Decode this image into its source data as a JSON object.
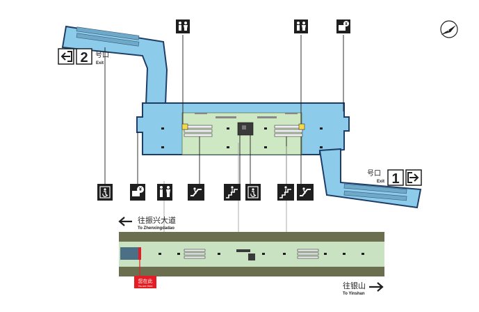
{
  "exits": [
    {
      "number": "2",
      "label_cn": "号口",
      "label_en": "Exit"
    },
    {
      "number": "1",
      "label_cn": "号口",
      "label_en": "Exit"
    }
  ],
  "directions": {
    "west": {
      "cn": "往振兴大道",
      "en": "To Zhenxingdadao"
    },
    "east": {
      "cn": "往银山",
      "en": "To Yinshan"
    }
  },
  "you_are_here": {
    "cn": "您在此",
    "en": "You are Here"
  },
  "icons": [
    "restroom-icon",
    "restroom-icon",
    "ticket-machine-icon",
    "accessible-elevator-icon",
    "ticket-machine-icon",
    "restroom-icon",
    "escalator-icon",
    "stairs-icon",
    "accessible-elevator-icon",
    "stairs-icon",
    "escalator-icon"
  ],
  "compass": {
    "label": "N"
  },
  "colors": {
    "concourse_blue": "#8ccbea",
    "paid_area_green": "#cfe8c4",
    "platform_green": "#c9e3c2",
    "track_band": "#6b6e4f",
    "you_are_here_red": "#e41d24",
    "outline": "#1e3d66",
    "icon_dark": "#1f1f1f"
  }
}
